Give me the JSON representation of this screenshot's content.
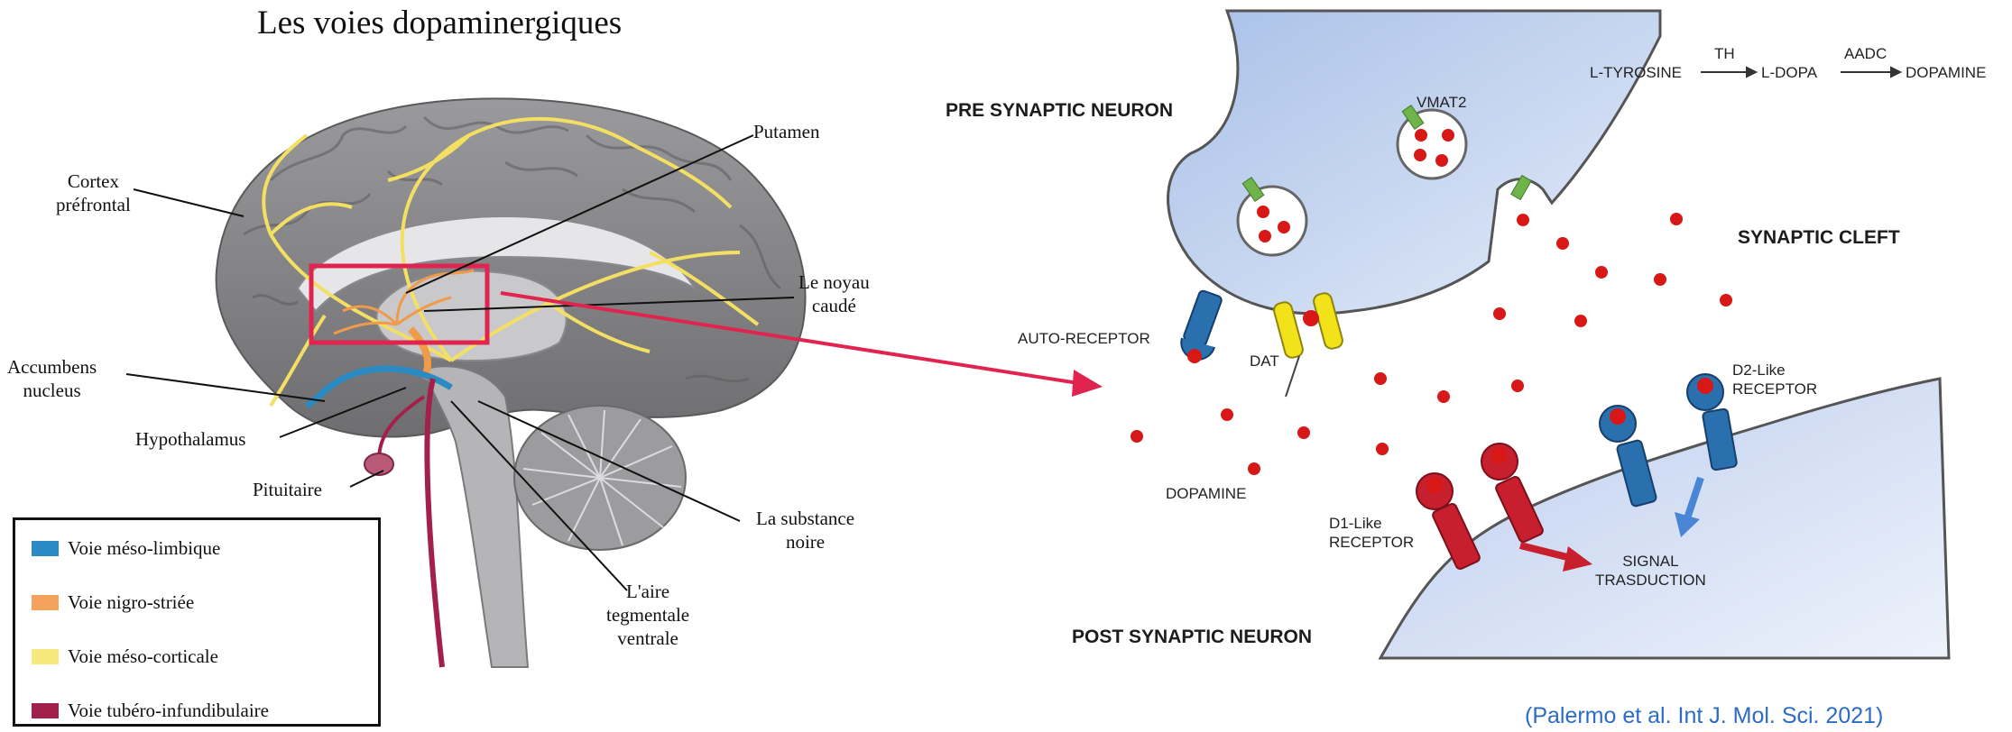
{
  "left_panel": {
    "title": "Les voies dopaminergiques",
    "labels": {
      "cortex": "Cortex\npréfrontal",
      "putamen": "Putamen",
      "noyau": "Le noyau\ncaudé",
      "accumbens": "Accumbens\nnucleus",
      "hypothalamus": "Hypothalamus",
      "pituitaire": "Pituitaire",
      "substance": "La substance\nnoire",
      "aire": "L'aire\ntegmentale\nventrale"
    },
    "legend": [
      {
        "label": "Voie méso-limbique",
        "color": "#2a8bc4"
      },
      {
        "label": "Voie nigro-striée",
        "color": "#f5a25d"
      },
      {
        "label": "Voie méso-corticale",
        "color": "#f6e87a"
      },
      {
        "label": "Voie tubéro-infundibulaire",
        "color": "#a3204a"
      }
    ]
  },
  "right_panel": {
    "pathway": {
      "step1": "L-TYROSINE",
      "enzyme1": "TH",
      "step2": "L-DOPA",
      "enzyme2": "AADC",
      "step3": "DOPAMINE"
    },
    "pre_synaptic": "PRE SYNAPTIC NEURON",
    "post_synaptic": "POST SYNAPTIC NEURON",
    "synaptic_cleft": "SYNAPTIC CLEFT",
    "vmat2": "VMAT2",
    "auto_receptor": "AUTO-RECEPTOR",
    "dat": "DAT",
    "dopamine": "DOPAMINE",
    "d1": "D1-Like\nRECEPTOR",
    "d2": "D2-Like\nRECEPTOR",
    "signal": "SIGNAL\nTRASDUCTION",
    "citation": "(Palermo et al. Int J. Mol. Sci. 2021)"
  },
  "colors": {
    "highlight_red": "#e0244f",
    "neuron_fill": "#cfdcf2",
    "dopamine_red": "#d81717",
    "d1_red": "#c81f2e",
    "d2_blue": "#2a6fae",
    "dat_yellow": "#f2e21a",
    "vmat_green": "#6fb44a",
    "citation_blue": "#2b6cc4"
  }
}
